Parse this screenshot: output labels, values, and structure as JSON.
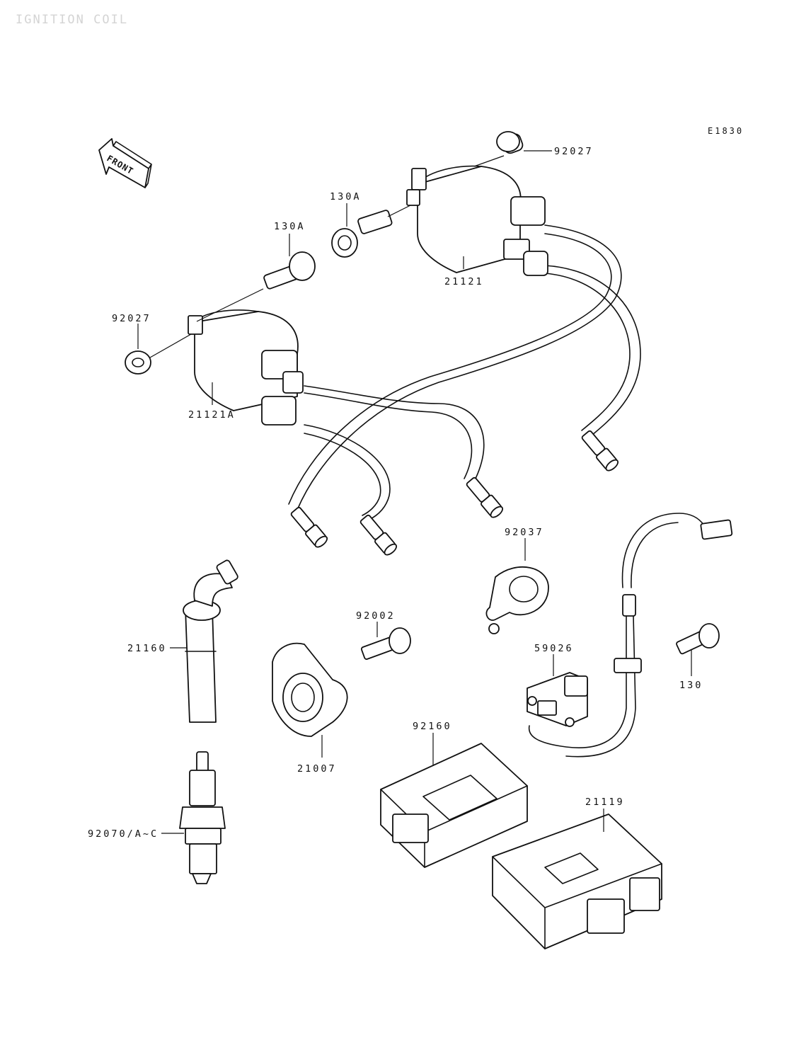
{
  "header": {
    "watermark": "IGNITION COIL",
    "diagram_code": "E1830"
  },
  "front_indicator": "FRONT",
  "parts": {
    "coil_front_bolt_left": "92027",
    "coil_front_bolt_right": "92027",
    "coil_bolt_left": "130A",
    "coil_bolt_right": "130A",
    "coil_right": "21121",
    "coil_left": "21121A",
    "plug_cap": "21160",
    "spark_plug": "92070/A~C",
    "rotor": "21007",
    "rotor_bolt": "92002",
    "clamp": "92037",
    "pickup_coil": "59026",
    "pickup_bolt": "130",
    "igniter_case": "92160",
    "igniter": "21119"
  }
}
